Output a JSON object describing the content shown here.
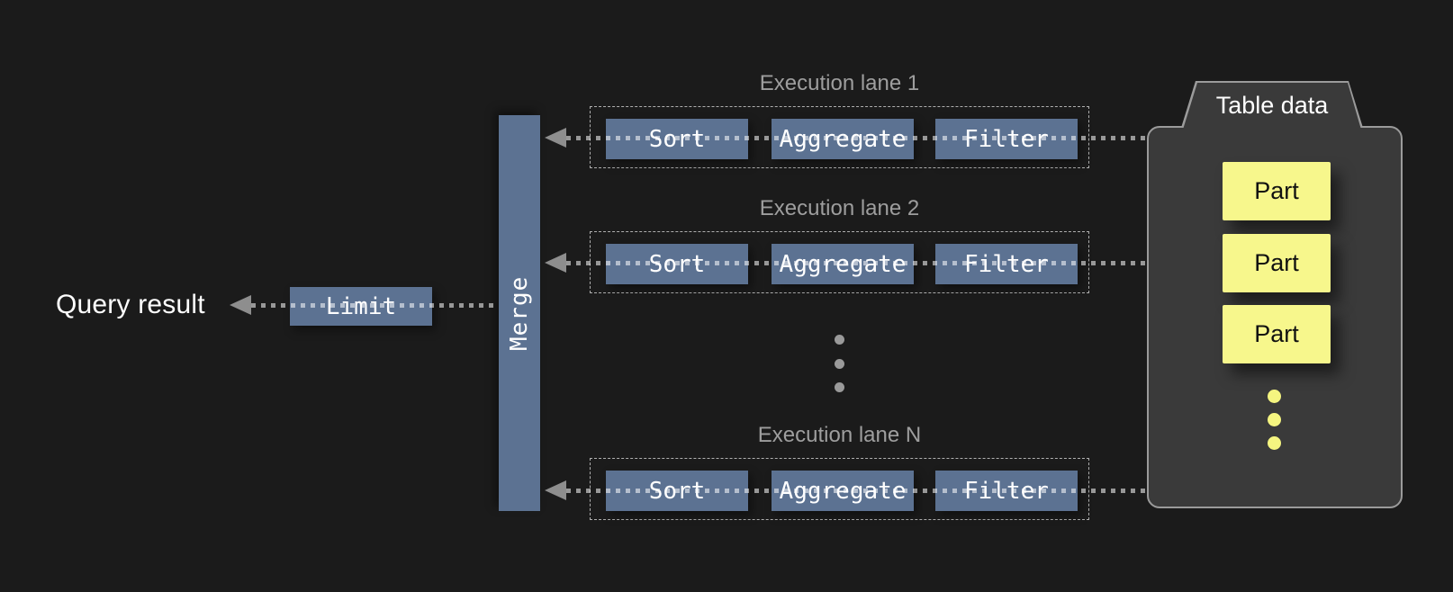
{
  "query_result_label": "Query result",
  "limit_label": "Limit",
  "merge_label": "Merge",
  "lanes": [
    {
      "title": "Execution lane 1",
      "operators": [
        "Sort",
        "Aggregate",
        "Filter"
      ]
    },
    {
      "title": "Execution lane 2",
      "operators": [
        "Sort",
        "Aggregate",
        "Filter"
      ]
    },
    {
      "title": "Execution lane N",
      "operators": [
        "Sort",
        "Aggregate",
        "Filter"
      ]
    }
  ],
  "table_data": {
    "title": "Table data",
    "parts": [
      "Part",
      "Part",
      "Part"
    ]
  },
  "colors": {
    "background": "#1b1b1b",
    "operator_blue": "#5c7292",
    "part_yellow": "#f7f78c",
    "panel_gray": "#3a3a3a",
    "panel_border": "#9b9b9b",
    "lane_title_gray": "#9e9e9e",
    "arrow_gray": "#8e8e8e",
    "text_white": "#ffffff",
    "part_text_black": "#111111"
  }
}
